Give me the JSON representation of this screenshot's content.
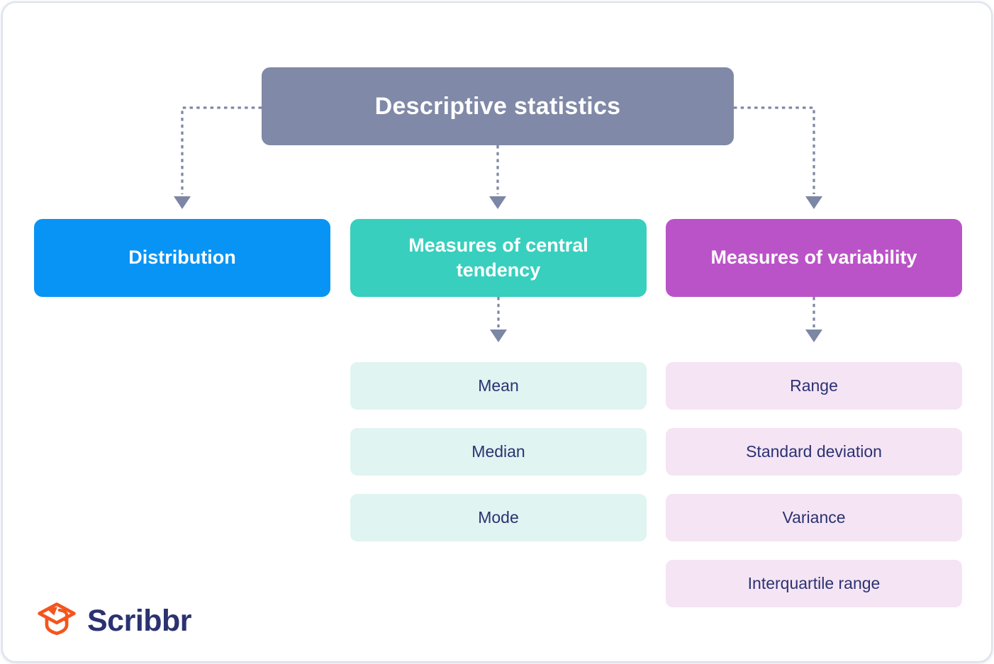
{
  "diagram": {
    "root": {
      "label": "Descriptive statistics"
    },
    "branches": [
      {
        "label": "Distribution",
        "children": []
      },
      {
        "label": "Measures of central tendency",
        "children": [
          "Mean",
          "Median",
          "Mode"
        ]
      },
      {
        "label": "Measures of variability",
        "children": [
          "Range",
          "Standard deviation",
          "Variance",
          "Interquartile range"
        ]
      }
    ]
  },
  "branding": {
    "logo_text": "Scribbr",
    "logo_icon": "graduation-cap-icon"
  },
  "colors": {
    "root_box": "#8089A7",
    "branch_distribution": "#0894F4",
    "branch_central_tendency": "#38CFBE",
    "branch_variability": "#BB53C8",
    "child_central_bg": "#E0F4F1",
    "child_variability_bg": "#F5E4F4",
    "box_text": "#FFFFFF",
    "child_text": "#2B3271",
    "connector": "#7C86A5",
    "logo_text": "#2B3271",
    "logo_icon": "#F4551E",
    "card_border": "#DCE1ED"
  }
}
